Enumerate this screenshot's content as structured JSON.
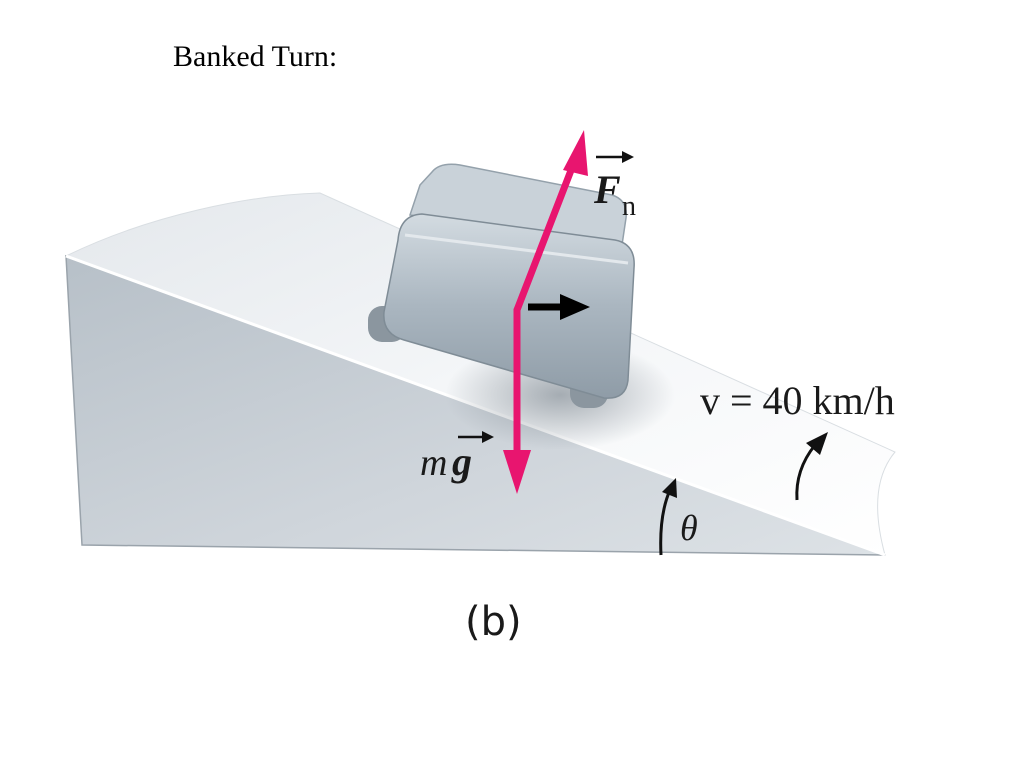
{
  "title": "Banked Turn:",
  "labels": {
    "normal_force": "F",
    "normal_force_subscript": "n",
    "gravity_mass": "m",
    "gravity_g": "g",
    "velocity": "v = 40 km/h",
    "angle": "θ",
    "panel": "(b)"
  },
  "colors": {
    "force_arrow": "#e8156f",
    "ramp_top": "#eef1f4",
    "ramp_side": "#c5ccd3",
    "car_body": "#b9c4cd",
    "text": "#1a1a1a"
  }
}
